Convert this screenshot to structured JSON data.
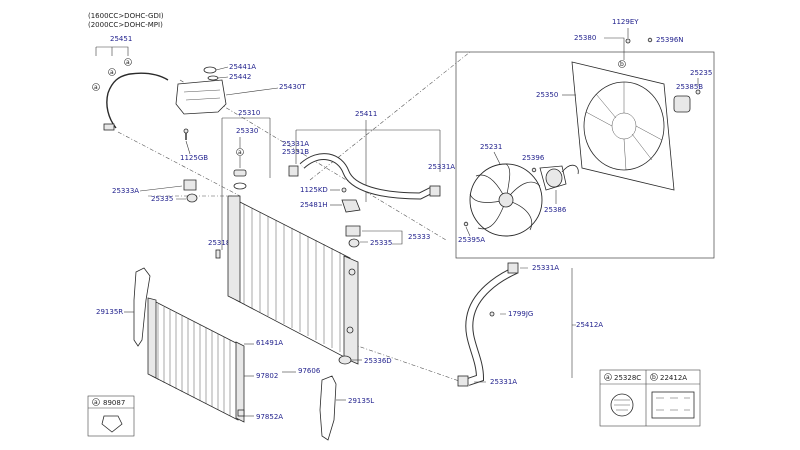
{
  "header": {
    "line1": "(1600CC>DOHC-GDI)",
    "line2": "(2000CC>DOHC-MPI)"
  },
  "labels": {
    "p25451": "25451",
    "p25441A": "25441A",
    "p25442": "25442",
    "p25430T": "25430T",
    "p1125GB": "1125GB",
    "p25310": "25310",
    "p25330": "25330",
    "p25411": "25411",
    "p25331A_top": "25331A",
    "p25331B": "25331B",
    "p25331A_right": "25331A",
    "p25333A": "25333A",
    "p25335_left": "25335",
    "p1125KD": "1125KD",
    "p25481H": "25481H",
    "p25335_right": "25335",
    "p25333": "25333",
    "p25318": "25318",
    "p1129EY": "1129EY",
    "p25380": "25380",
    "p25396N": "25396N",
    "p25235": "25235",
    "p25385B": "25385B",
    "p25350": "25350",
    "p25231": "25231",
    "p25396": "25396",
    "p25386": "25386",
    "p25395A": "25395A",
    "p25331A_low1": "25331A",
    "p1799JG": "1799JG",
    "p25412A": "25412A",
    "p25331A_low2": "25331A",
    "p29135R": "29135R",
    "p61491A": "61491A",
    "p97802": "97802",
    "p97606": "97606",
    "p25336D": "25336D",
    "p29135L": "29135L",
    "p97852A": "97852A"
  },
  "legend": {
    "a_code": "25328C",
    "b_code": "22412A",
    "left_a_code": "89087",
    "a_letter": "a",
    "b_letter": "b"
  }
}
